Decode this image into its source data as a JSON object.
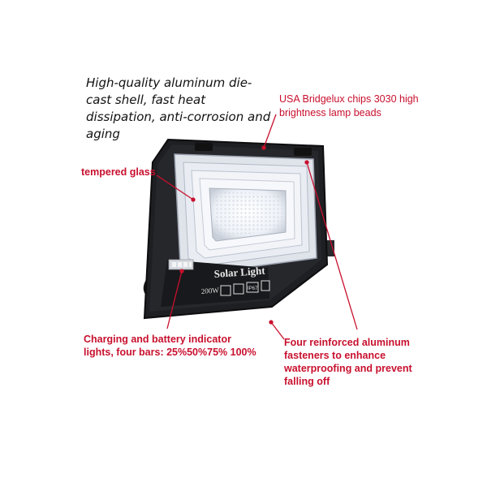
{
  "annotations": {
    "shell": "High-quality aluminum die-cast shell, fast heat dissipation, anti-corrosion and aging",
    "chips": "USA Bridgelux chips 3030 high brightness lamp beads",
    "glass": "tempered glass",
    "charging": "Charging and battery indicator lights, four bars: 25%50%75% 100%",
    "fasteners": "Four reinforced aluminum fasteners to enhance waterproofing and prevent falling off"
  },
  "device": {
    "brand_text": "Solar Light",
    "wattage": "200W",
    "rating": "IP67"
  },
  "colors": {
    "annotation_red": "#c8102e",
    "housing": "#1e1f22",
    "led_panel": "#f4f6fa"
  }
}
